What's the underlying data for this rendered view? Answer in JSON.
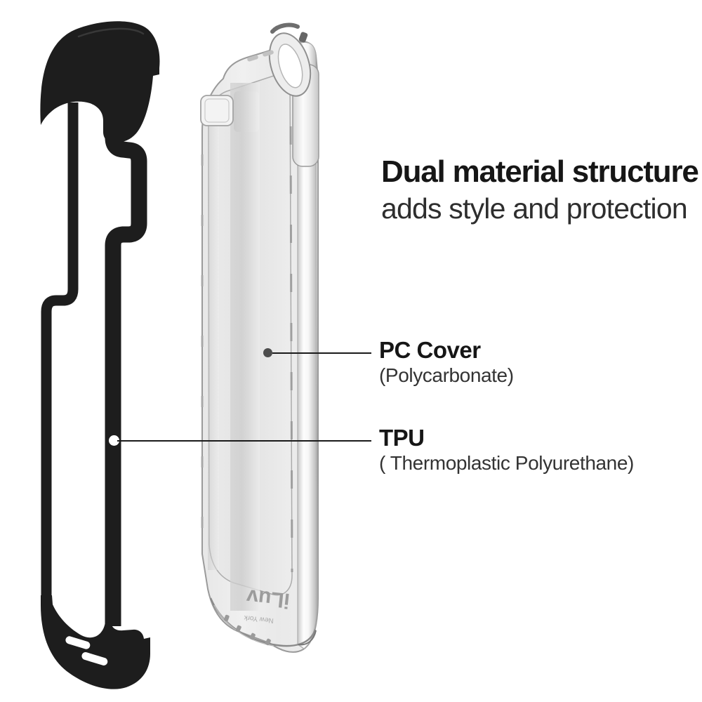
{
  "page": {
    "background": "#ffffff"
  },
  "headline": {
    "title": "Dual material structure",
    "subtitle": "adds style and protection"
  },
  "callouts": [
    {
      "id": "pc-cover",
      "label": "PC Cover",
      "sublabel": "(Polycarbonate)"
    },
    {
      "id": "tpu",
      "label": "TPU",
      "sublabel": "( Thermoplastic Polyurethane)"
    }
  ],
  "brand": {
    "logo": "iLuv",
    "tagline": "New York"
  },
  "colors": {
    "headline_text": "#161616",
    "subtitle_text": "#2e2e2e",
    "leader_line": "#1a1a1a",
    "pc_anchor_dot": "#4c4c4c",
    "tpu_anchor_dot": "#ffffff",
    "tpu_bumper": "#1d1d1d",
    "pc_cover_fill": "#ececec",
    "pc_cover_outline": "#9a9a9a",
    "logo_gray": "#9c9c9c"
  }
}
